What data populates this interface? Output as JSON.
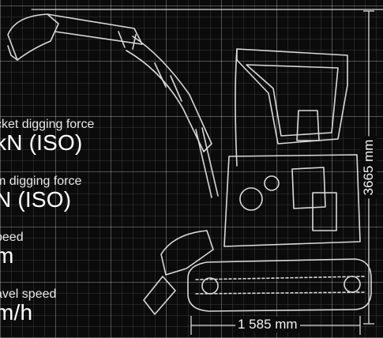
{
  "specs": [
    {
      "label": "cket digging force",
      "value": "kN (ISO)"
    },
    {
      "label": "m digging force",
      "value": "N (ISO)"
    },
    {
      "label": "peed",
      "value": "m"
    },
    {
      "label": "avel speed",
      "value": "m/h"
    }
  ],
  "dimensions": {
    "width": "1 585 mm",
    "height": "3665 mm"
  },
  "colors": {
    "background": "#0b0b0c",
    "line": "#d9d9d9",
    "text": "#ffffff"
  }
}
